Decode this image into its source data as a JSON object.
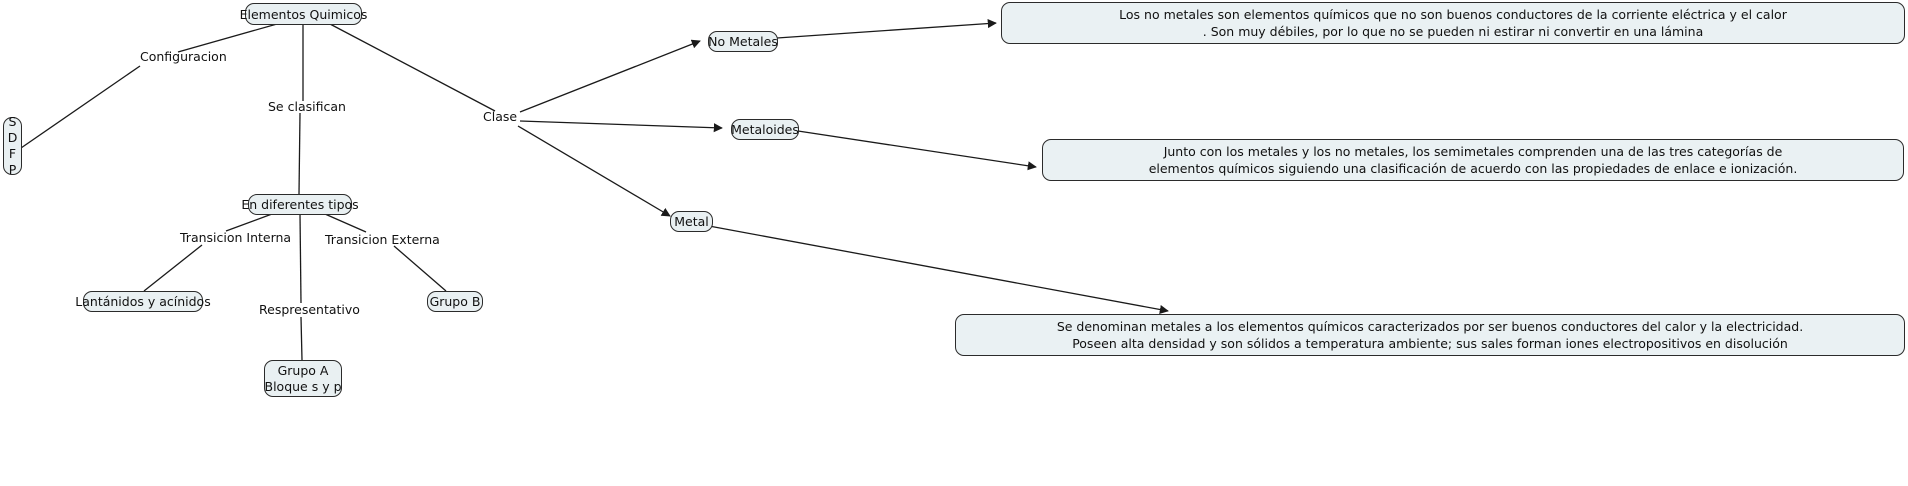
{
  "diagram": {
    "title": "Elementos Quimicos",
    "type": "concept-map",
    "colors": {
      "node_fill": "#e9f0f2",
      "node_border": "#2b2b2b",
      "edge": "#1a1a1a",
      "text": "#111111",
      "background": "#ffffff"
    },
    "nodes": [
      {
        "id": "root",
        "label": "Elementos Quimicos"
      },
      {
        "id": "sdfp",
        "label": "S\nD\nF\nP"
      },
      {
        "id": "tipos",
        "label": "En diferentes tipos"
      },
      {
        "id": "lantanidos",
        "label": "Lantánidos y acínidos"
      },
      {
        "id": "grupo_b",
        "label": "Grupo B"
      },
      {
        "id": "grupo_a",
        "label": "Grupo A\nBloque s y p"
      },
      {
        "id": "no_metales",
        "label": "No Metales"
      },
      {
        "id": "metaloides",
        "label": "Metaloides"
      },
      {
        "id": "metal",
        "label": "Metal"
      }
    ],
    "textboxes": [
      {
        "id": "desc_no_metales",
        "lines": [
          "Los no metales son elementos químicos que no son buenos conductores de la corriente eléctrica y el calor",
          ". Son muy débiles, por lo que no se pueden ni estirar ni convertir en una lámina"
        ]
      },
      {
        "id": "desc_metaloides",
        "lines": [
          "Junto con los metales y los no metales, los semimetales comprenden una de las tres categorías de",
          "elementos químicos siguiendo una clasificación de acuerdo con las propiedades de enlace e ionización."
        ]
      },
      {
        "id": "desc_metal",
        "lines": [
          "Se denominan metales a los elementos químicos caracterizados por ser buenos conductores del calor y la electricidad.",
          "Poseen alta densidad y son sólidos a temperatura ambiente; sus sales forman iones electropositivos en disolución"
        ]
      }
    ],
    "edge_labels": [
      {
        "id": "configuracion",
        "text": "Configuracion"
      },
      {
        "id": "se_clasifican",
        "text": "Se clasifican"
      },
      {
        "id": "clase",
        "text": "Clase"
      },
      {
        "id": "transicion_interna",
        "text": "Transicion Interna"
      },
      {
        "id": "transicion_externa",
        "text": "Transicion Externa"
      },
      {
        "id": "representativo",
        "text": "Respresentativo"
      }
    ]
  }
}
